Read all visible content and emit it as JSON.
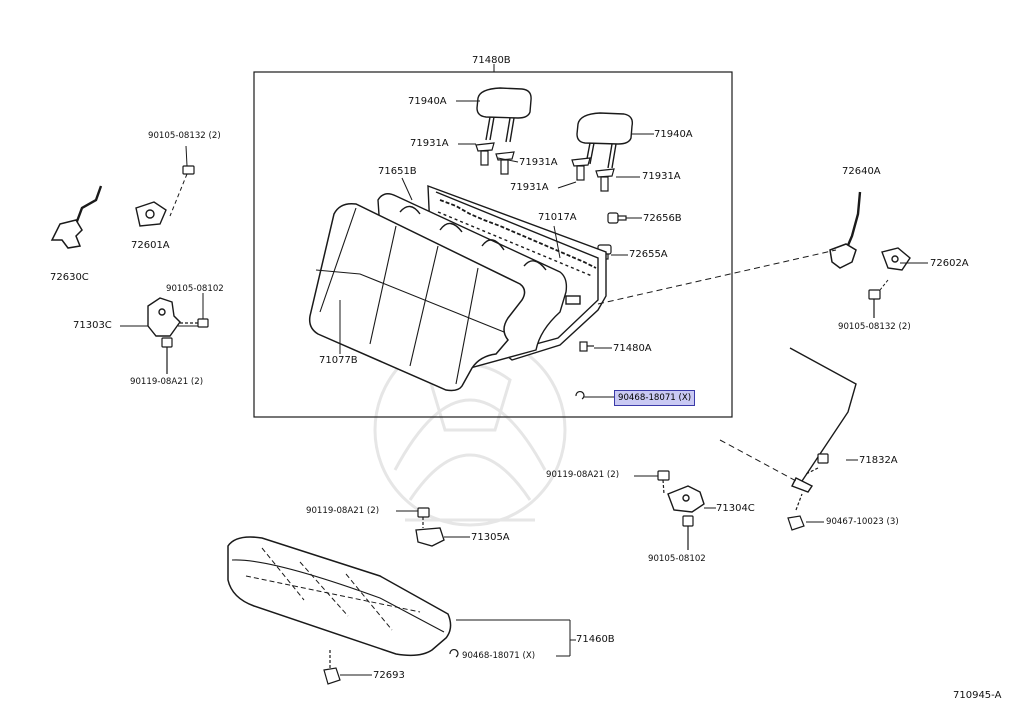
{
  "labels": {
    "assembly": "71480B",
    "headrest_left": "71940A",
    "headrest_right": "71940A",
    "guide_1": "71931A",
    "guide_2": "71931A",
    "guide_3": "71931A",
    "guide_4": "71931A",
    "pad": "71651B",
    "frame": "71017A",
    "pin": "72656B",
    "lock_knob": "72655A",
    "cover": "71077B",
    "clip_a": "71480A",
    "hog_ring_upper": "90468-18071 (X)",
    "bolt_top_left": "90105-08132 (2)",
    "lock_left": "72601A",
    "rod_left": "72630C",
    "bolt_left_mid": "90105-08102",
    "hinge_left": "71303C",
    "bolt_left_lower": "90119-08A21 (2)",
    "rod_right": "72640A",
    "lock_right": "72602A",
    "bolt_right": "90105-08132 (2)",
    "hook": "71832A",
    "nut": "90467-10023 (3)",
    "bolt_right_hinge": "90119-08A21 (2)",
    "hinge_right": "71304C",
    "bolt_right_lower": "90105-08102",
    "bolt_cushion": "90119-08A21 (2)",
    "bracket_cushion": "71305A",
    "cushion": "71460B",
    "hog_ring_lower": "90468-18071 (X)",
    "clip_bottom": "72693",
    "figure_number": "710945-A"
  },
  "colors": {
    "line": "#1a1a1a",
    "highlight_fill": "#c9c9f3",
    "highlight_border": "#3a3aa8",
    "watermark": "#e6e6e6"
  }
}
